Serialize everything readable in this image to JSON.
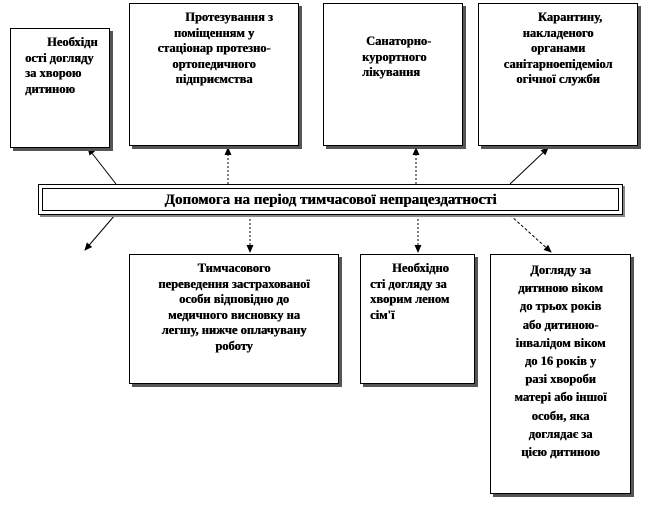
{
  "center": {
    "label": "Допомога на період тимчасової непрацездатності"
  },
  "top_boxes": [
    {
      "lines": [
        "Необхідн",
        "ості догляду",
        "за хворою",
        "дитиною"
      ]
    },
    {
      "lines": [
        "Протезування  з",
        "поміщенням  у",
        "стаціонар протезно-",
        "ортопедичного",
        "підприємства"
      ]
    },
    {
      "lines": [
        "Санаторно-",
        "курортного",
        "лікування"
      ]
    },
    {
      "lines": [
        "Карантину,",
        "накладеного",
        "органами",
        "санітарноепідеміол",
        "огічної  служби"
      ]
    }
  ],
  "bottom_boxes": [
    {
      "lines": [
        "Тимчасового",
        "переведення застрахованої",
        "особи відповідно до",
        "медичного висновку на",
        "легшу,  нижче оплачувану",
        "роботу"
      ]
    },
    {
      "lines": [
        "Необхідно",
        "сті догляду  за",
        "хворим леном",
        "сім'ї"
      ]
    },
    {
      "lines": [
        "Догляду за",
        "дитиною віком",
        "до трьох років",
        "або дитиною-",
        "інвалідом віком",
        "до 16 років у",
        "разі хвороби",
        "матері або іншої",
        "особи, яка",
        "доглядає  за",
        "цією дитиною"
      ]
    }
  ]
}
